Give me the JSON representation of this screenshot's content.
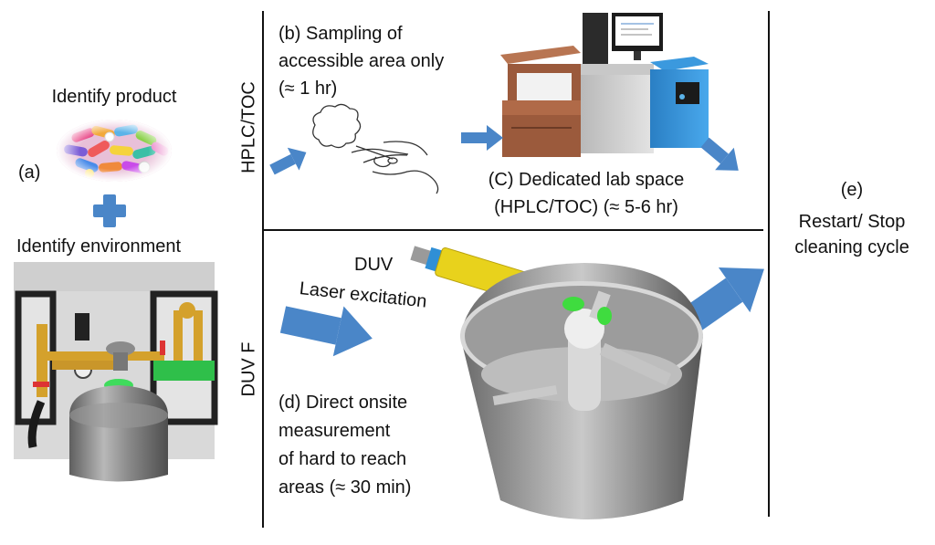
{
  "panel_a": {
    "label": "(a)",
    "identify_product": "Identify product",
    "identify_environment": "Identify environment"
  },
  "panel_b": {
    "line1": "(b) Sampling of",
    "line2": "accessible area only",
    "line3": "(≈ 1 hr)"
  },
  "panel_c": {
    "line1": "(C) Dedicated lab space",
    "line2": "(HPLC/TOC) (≈ 5-6 hr)"
  },
  "panel_d": {
    "line1": "(d) Direct onsite",
    "line2": "measurement",
    "line3": "of hard to reach",
    "line4": "areas (≈ 30 min)"
  },
  "panel_e": {
    "line1": "(e)",
    "line2": "Restart/ Stop",
    "line3": "cleaning cycle"
  },
  "row_labels": {
    "top": "HPLC/TOC",
    "bottom": "DUV F"
  },
  "laser": {
    "line1": "DUV",
    "line2": "Laser excitation"
  },
  "colors": {
    "arrow": "#4a86c8",
    "divider": "#111111",
    "vessel": "#8d8d8d",
    "cap": "#33cc55",
    "instrument_blue": "#2f8fd6",
    "cabinet_brown": "#9b5a3c"
  }
}
